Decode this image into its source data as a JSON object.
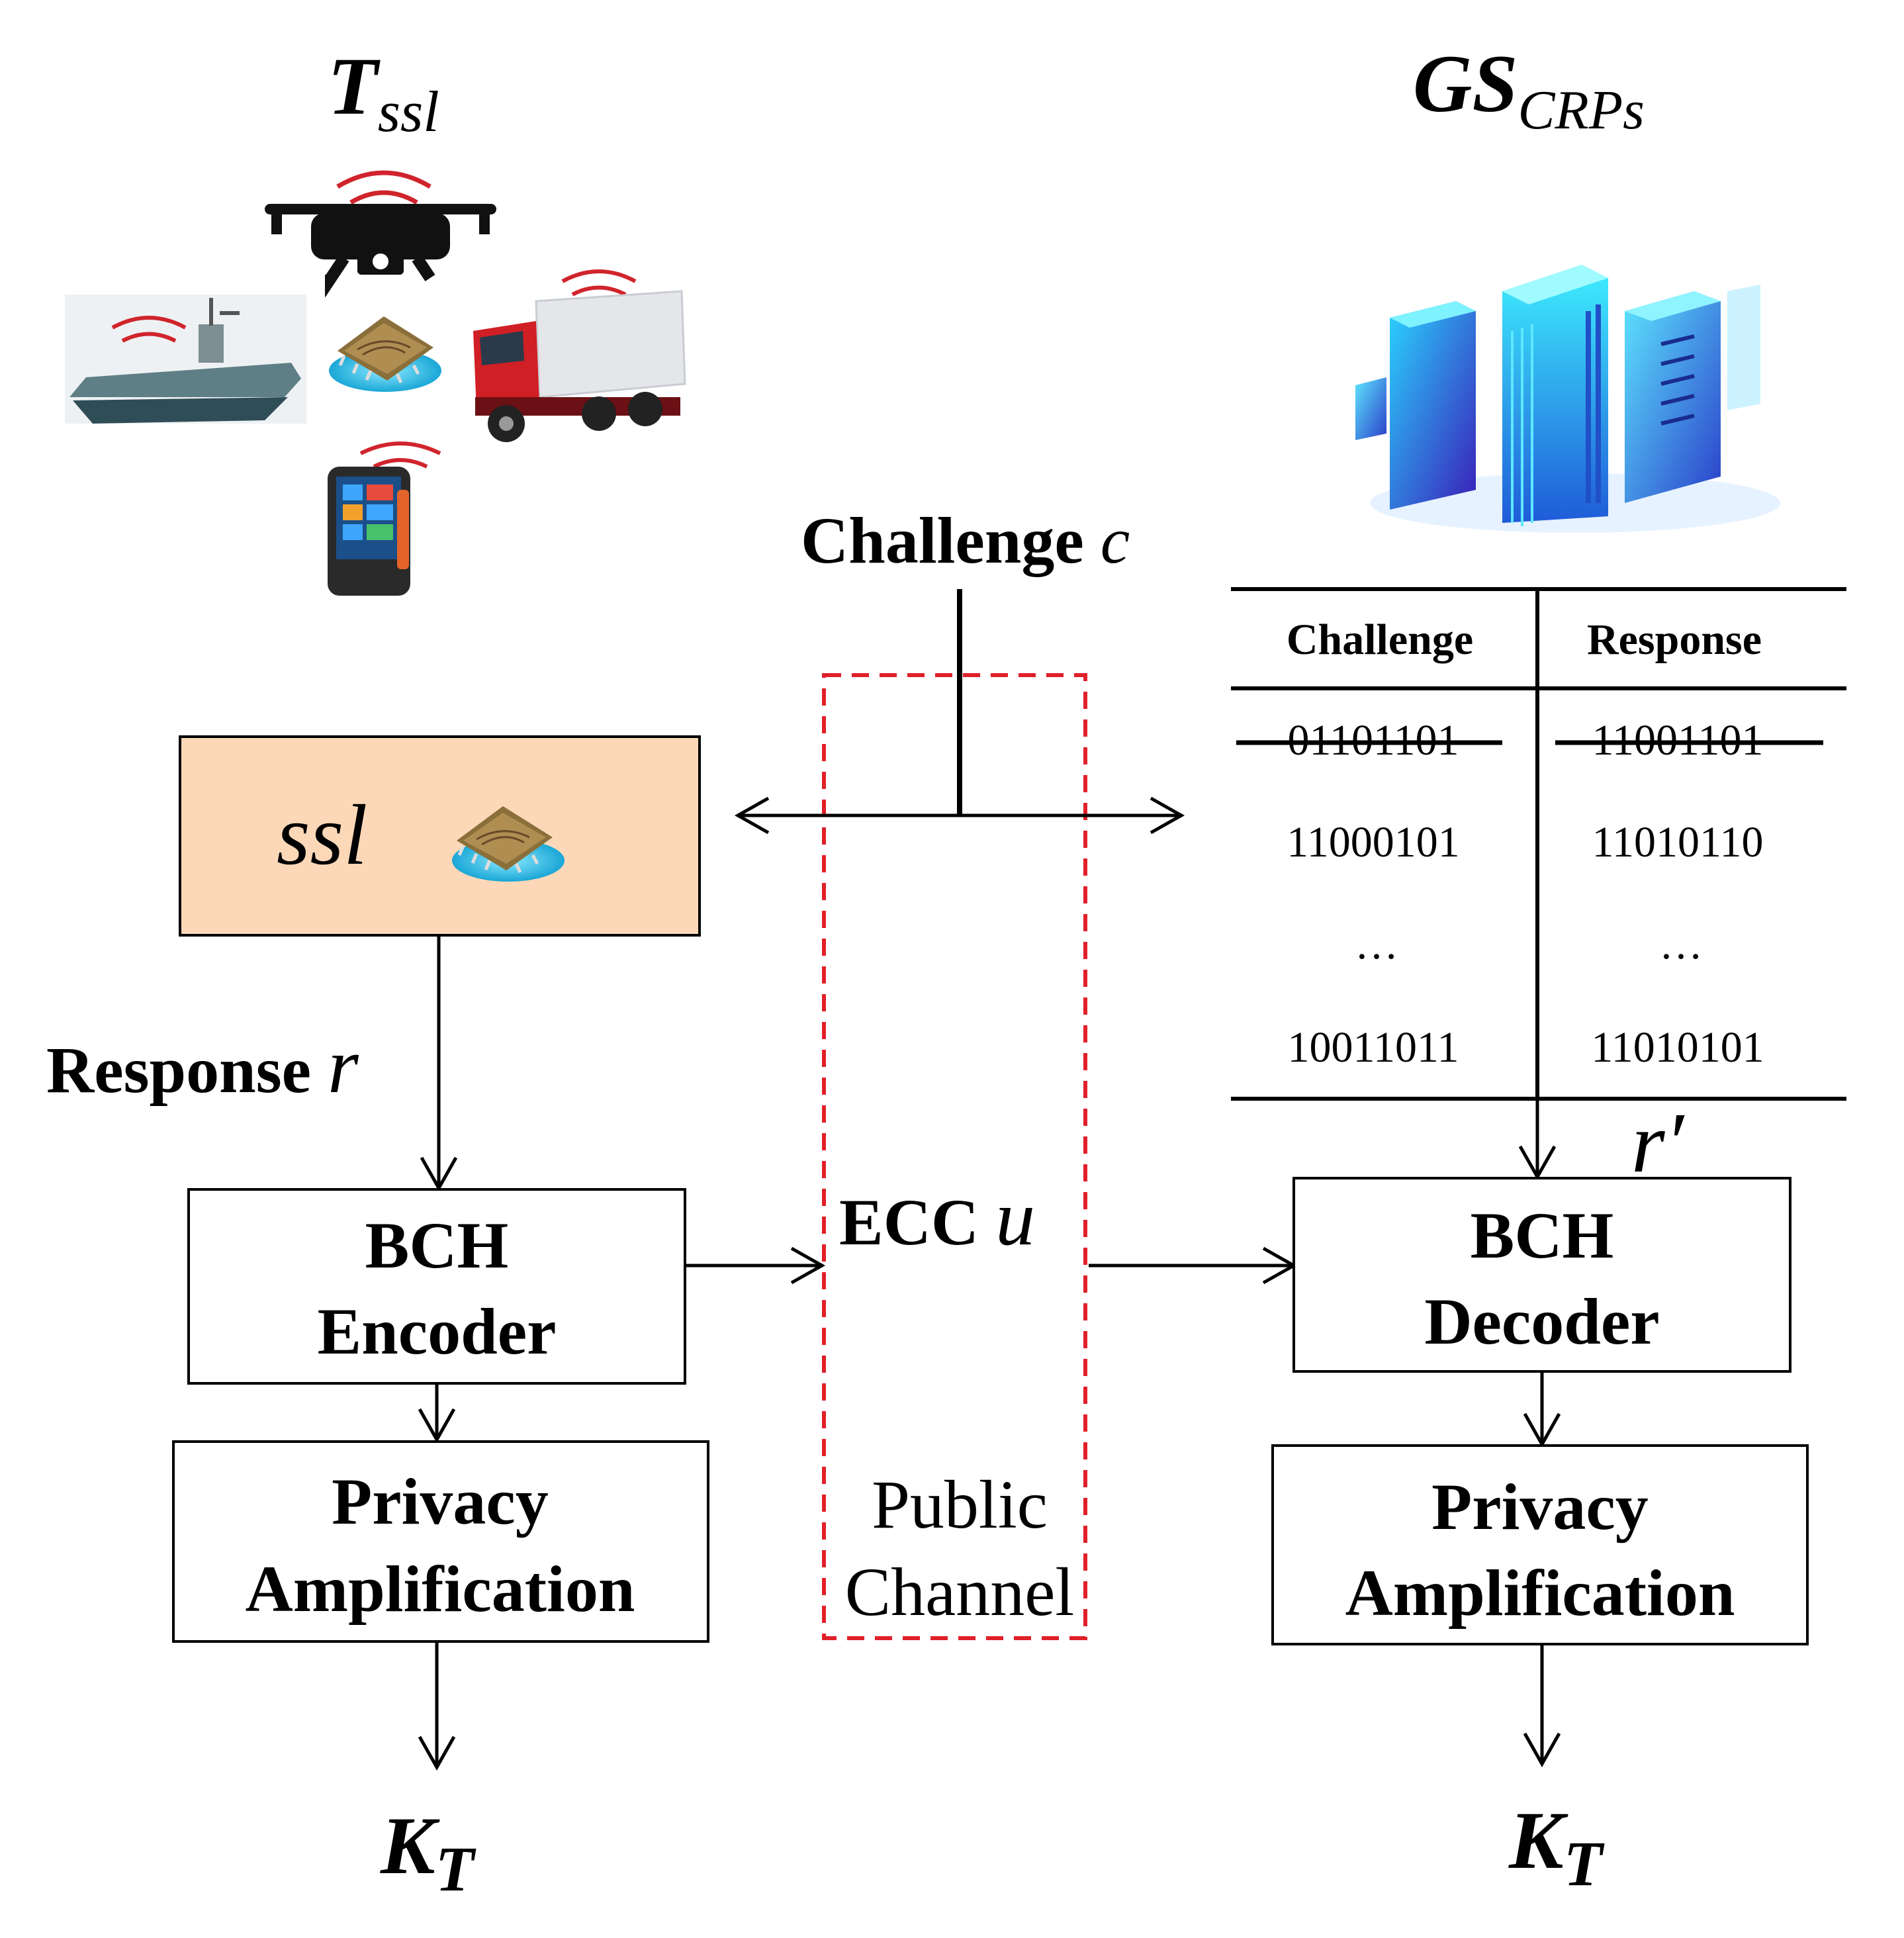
{
  "left_title": {
    "main": "T",
    "sub": "ssl"
  },
  "right_title": {
    "main": "GS",
    "sub": "CRPs"
  },
  "challenge_label": {
    "text": "Challenge ",
    "var": "c"
  },
  "response_label": {
    "text": "Response ",
    "var": "r"
  },
  "r_prime_label": "r′",
  "ssl_box": {
    "label": "ssl"
  },
  "crp_table": {
    "headers": [
      "Challenge",
      "Response"
    ],
    "rows": [
      {
        "challenge": "01101101",
        "response": "11001101",
        "struck": true
      },
      {
        "challenge": "11000101",
        "response": "11010110",
        "struck": false
      },
      {
        "challenge": "…",
        "response": "…",
        "struck": false
      },
      {
        "challenge": "10011011",
        "response": "11010101",
        "struck": false
      }
    ]
  },
  "public_channel": {
    "ecc_text": "ECC ",
    "ecc_var": "u",
    "line1": "Public",
    "line2": "Channel"
  },
  "left_blocks": {
    "encoder": [
      "BCH",
      "Encoder"
    ],
    "privacy": [
      "Privacy",
      "Amplification"
    ]
  },
  "right_blocks": {
    "decoder": [
      "BCH",
      "Decoder"
    ],
    "privacy": [
      "Privacy",
      "Amplification"
    ]
  },
  "output_left": {
    "main": "K",
    "sub": "T"
  },
  "output_right": {
    "main": "K",
    "sub": "T"
  },
  "colors": {
    "ssl_box_fill": "#fdd8b8",
    "channel_border": "#e0202a",
    "signal_arc": "#d0242c"
  },
  "icons": [
    "drone-icon",
    "aircraft-carrier-icon",
    "puf-chip-icon",
    "truck-icon",
    "handheld-terminal-icon",
    "datacenter-icon"
  ]
}
